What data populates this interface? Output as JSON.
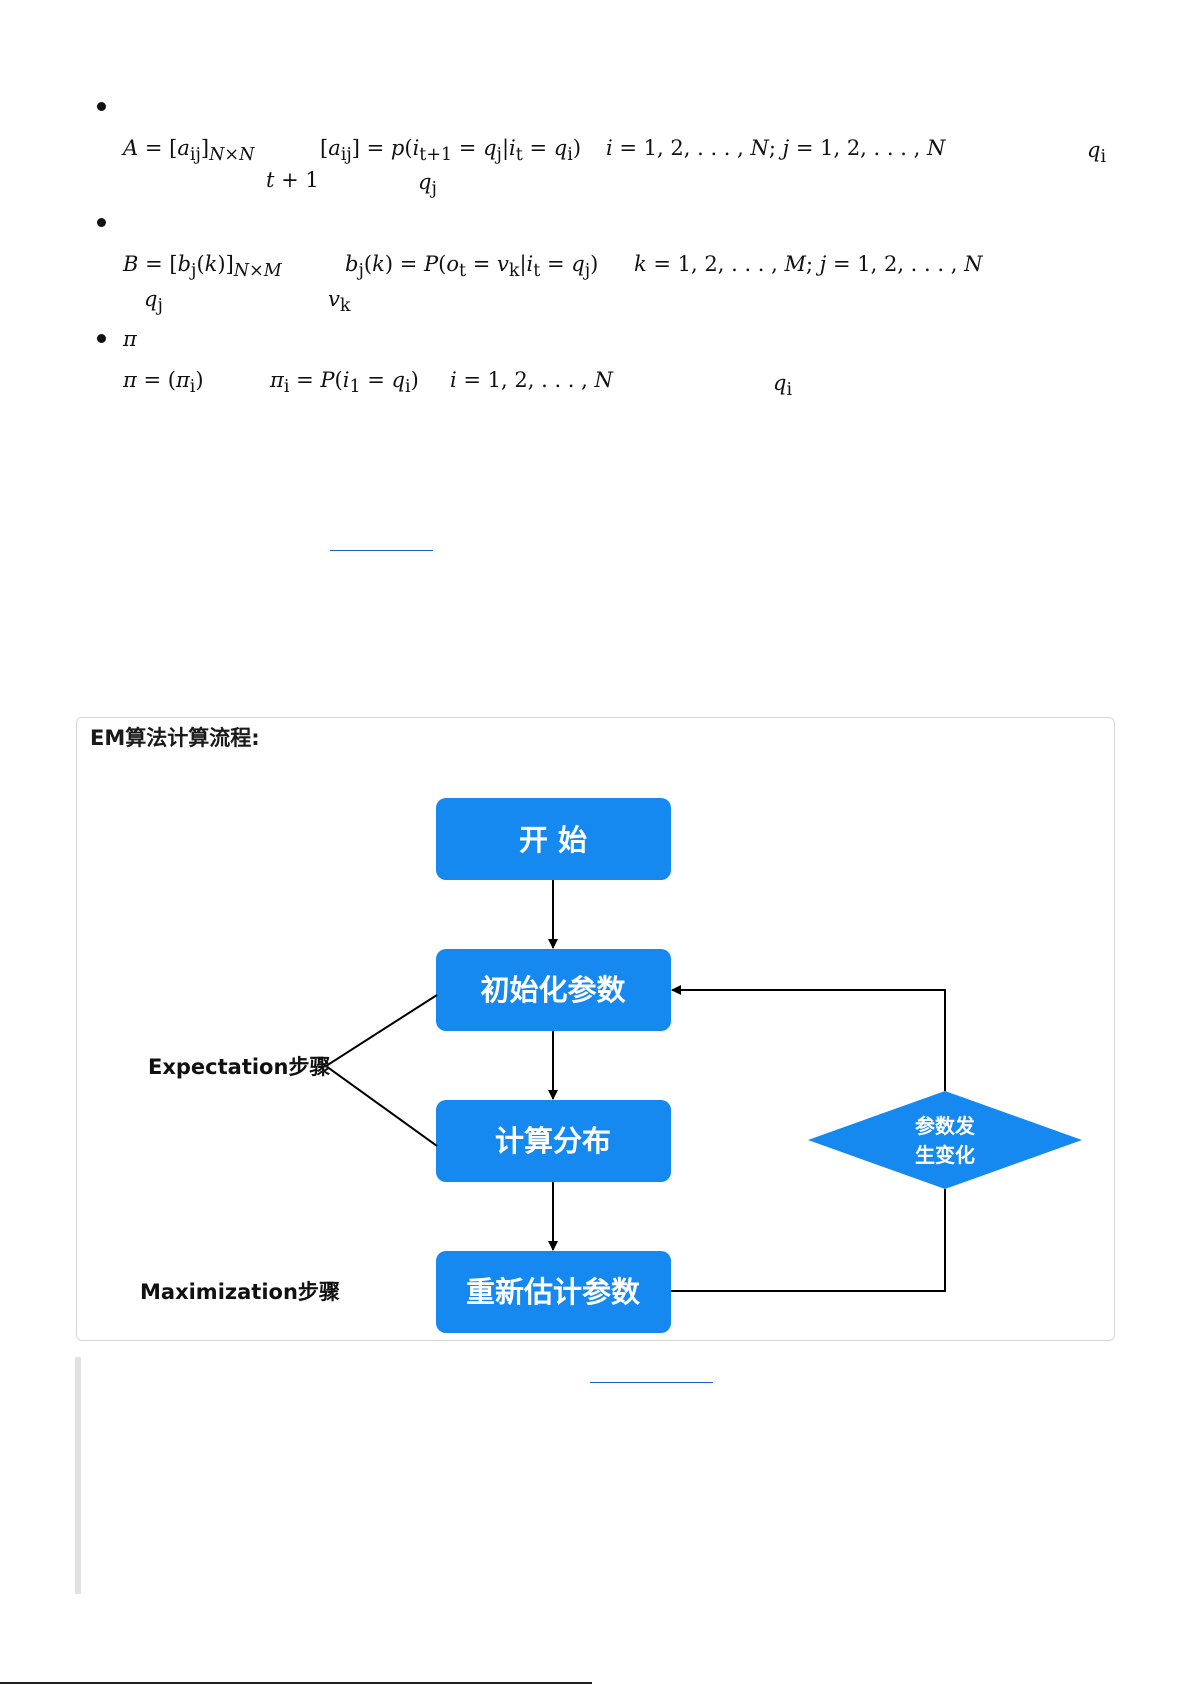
{
  "formulas": {
    "a_def": "A = [a_ij]_{N×N}",
    "a_elem": "[a_ij] = p(i_{t+1} = q_j | i_t = q_i)",
    "a_range": "i = 1, 2, . . . , N; j = 1, 2, . . . , N",
    "a_qi": "q_i",
    "a_t1": "t + 1",
    "a_qj": "q_j",
    "b_def": "B = [b_j(k)]_{N×M}",
    "b_elem": "b_j(k) = P(o_t = v_k | i_t = q_j)",
    "b_range": "k = 1, 2, . . . , M; j = 1, 2, . . . , N",
    "b_qj": "q_j",
    "b_vk": "v_k",
    "pi_label": "π",
    "pi_def": "π = (π_i)",
    "pi_elem": "π_i = P(i_1 = q_i)",
    "pi_range": "i = 1, 2, . . . , N",
    "pi_qi": "q_i"
  },
  "flowchart": {
    "title": "EM算法计算流程:",
    "start": "开   始",
    "init": "初始化参数",
    "compute": "计算分布",
    "reestimate": "重新估计参数",
    "decision_line1": "参数发",
    "decision_line2": "生变化",
    "expectation": "Expectation步骤",
    "maximization": "Maximization步骤"
  },
  "colors": {
    "box_fill": "#1589f0",
    "box_text": "#ffffff",
    "link": "#1a63c6"
  }
}
